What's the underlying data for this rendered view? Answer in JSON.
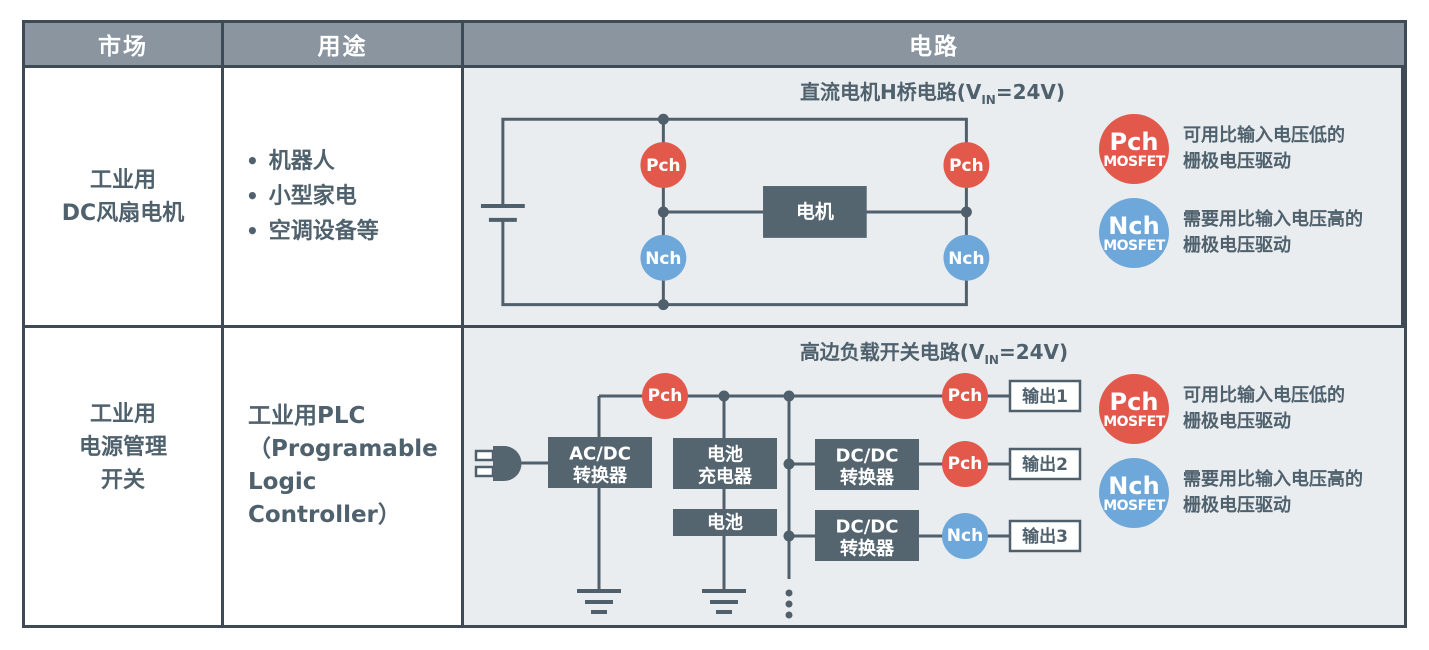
{
  "table": {
    "headers": {
      "market": "市场",
      "usage": "用途",
      "circuit": "电路"
    },
    "bullet_char": "•",
    "rows": [
      {
        "market_lines": [
          "工业用",
          "DC风扇电机"
        ],
        "usage_bullets": [
          "机器人",
          "小型家电",
          "空调设备等"
        ],
        "circuit_title": {
          "prefix": "直流电机H桥电路(V",
          "sub": "IN",
          "suffix": "=24V)"
        }
      },
      {
        "market_lines": [
          "工业用",
          "电源管理",
          "开关"
        ],
        "usage_lines": [
          "工业用PLC",
          "（Programable",
          "Logic Controller）"
        ],
        "circuit_title": {
          "prefix": "高边负载开关电路(V",
          "sub": "IN",
          "suffix": "=24V)"
        }
      }
    ]
  },
  "hbridge": {
    "pch": "Pch",
    "nch": "Nch",
    "motor": "电机"
  },
  "loadswitch": {
    "acdc_line1": "AC/DC",
    "acdc_line2": "转换器",
    "charger_line1": "电池",
    "charger_line2": "充电器",
    "battery": "电池",
    "dcdc_line1": "DC/DC",
    "dcdc_line2": "转换器",
    "pch": "Pch",
    "nch": "Nch",
    "outputs": [
      "输出1",
      "输出2",
      "输出3"
    ]
  },
  "legend": {
    "pch": {
      "label": "Pch",
      "sublabel": "MOSFET",
      "lines": [
        "可用比输入电压低的",
        "栅极电压驱动"
      ]
    },
    "nch": {
      "label": "Nch",
      "sublabel": "MOSFET",
      "lines": [
        "需要用比输入电压高的",
        "栅极电压驱动"
      ]
    }
  },
  "colors": {
    "pch_red": "#e2594c",
    "nch_blue": "#6ea8da",
    "dark_slate": "#54656f",
    "line": "#4f606c",
    "header_gray": "#8a95a0",
    "circuit_bg": "#e9edf0",
    "border": "#3e4b56",
    "text": "#4f616d"
  }
}
